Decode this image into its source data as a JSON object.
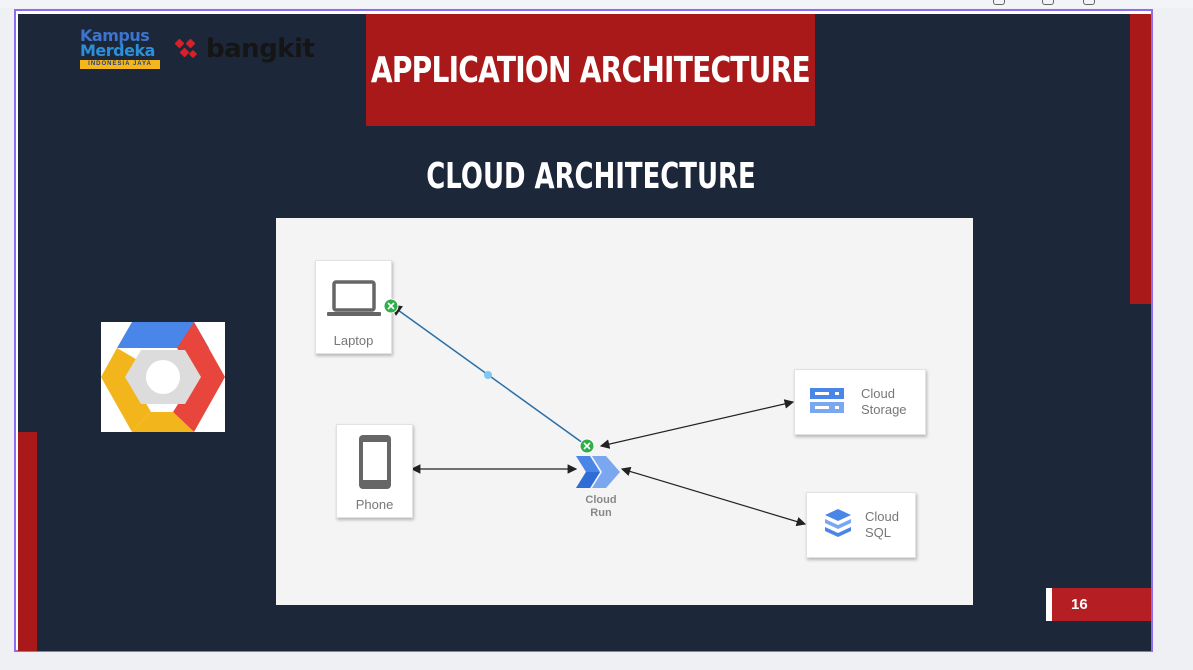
{
  "slide": {
    "title": "APPLICATION ARCHITECTURE",
    "subtitle": "CLOUD ARCHITECTURE",
    "page_number": "16"
  },
  "logos": {
    "kampus_line1": "Kampus",
    "kampus_line2": "Merdeka",
    "kampus_tag": "INDONESIA JAYA",
    "bangkit": "bangkit"
  },
  "diagram": {
    "nodes": {
      "laptop": "Laptop",
      "phone": "Phone",
      "cloud_run_line1": "Cloud",
      "cloud_run_line2": "Run",
      "storage_line1": "Cloud",
      "storage_line2": "Storage",
      "sql_line1": "Cloud",
      "sql_line2": "SQL"
    }
  },
  "colors": {
    "slide_background": "#1c273a",
    "accent_red": "#a9191a",
    "frame_border": "#8e6cf0"
  }
}
